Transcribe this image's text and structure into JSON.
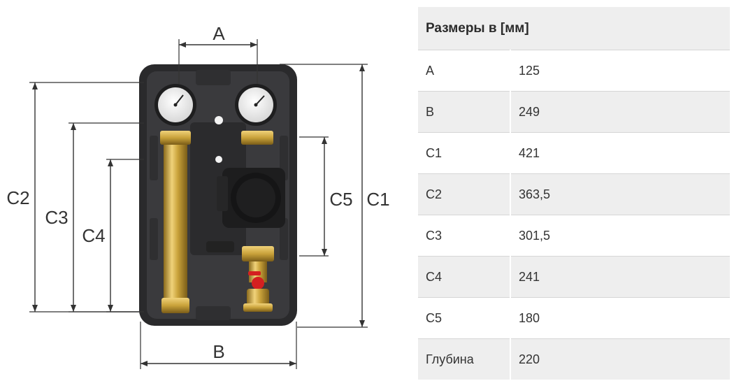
{
  "diagram": {
    "dims": {
      "A": "A",
      "B": "B",
      "C1": "C1",
      "C2": "C2",
      "C3": "C3",
      "C4": "C4",
      "C5": "C5"
    }
  },
  "table": {
    "header": "Размеры в [мм]",
    "rows": [
      {
        "label": "A",
        "value": "125"
      },
      {
        "label": "B",
        "value": "249"
      },
      {
        "label": "C1",
        "value": "421"
      },
      {
        "label": "C2",
        "value": "363,5"
      },
      {
        "label": "C3",
        "value": "301,5"
      },
      {
        "label": "C4",
        "value": "241"
      },
      {
        "label": "C5",
        "value": "180"
      },
      {
        "label": "Глубина",
        "value": "220"
      }
    ]
  },
  "colors": {
    "housing": "#2e2e30",
    "brass": "#c9a23a",
    "valve_red": "#d42020",
    "row_shade": "#eeeeee"
  }
}
